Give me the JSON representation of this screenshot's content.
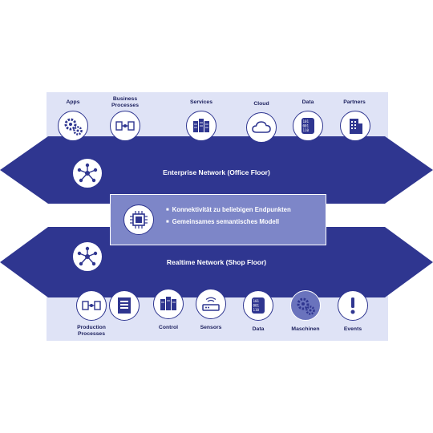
{
  "top_items": [
    {
      "label": "Apps",
      "icon": "gears-icon"
    },
    {
      "label": "Business Processes",
      "icon": "process-flow-icon"
    },
    {
      "label": "Services",
      "icon": "server-rack-icon"
    },
    {
      "label": "Cloud",
      "icon": "cloud-icon"
    },
    {
      "label": "Data",
      "icon": "database-icon"
    },
    {
      "label": "Partners",
      "icon": "building-icon"
    }
  ],
  "enterprise_network": {
    "label": "Enterprise Network (Office Floor)",
    "icon": "network-hub-icon"
  },
  "center": {
    "icon": "chip-icon",
    "bullets": [
      "Konnektivität zu beliebigen Endpunkten",
      "Gemeinsames semantisches Modell"
    ]
  },
  "realtime_network": {
    "label": "Realtime Network (Shop Floor)",
    "icon": "network-hub-icon"
  },
  "bottom_items": [
    {
      "label": "Production Processes",
      "icon": "process-flow-icon"
    },
    {
      "label": "",
      "icon": "document-list-icon"
    },
    {
      "label": "Control",
      "icon": "server-rack-icon"
    },
    {
      "label": "Sensors",
      "icon": "router-icon"
    },
    {
      "label": "Data",
      "icon": "database-icon"
    },
    {
      "label": "Maschinen",
      "icon": "gears-icon"
    },
    {
      "label": "Events",
      "icon": "exclamation-icon"
    }
  ],
  "colors": {
    "navy": "#2f3690",
    "panel": "#dfe3f6",
    "center_box": "#7d86c8",
    "highlight_node": "#6a73bd"
  }
}
